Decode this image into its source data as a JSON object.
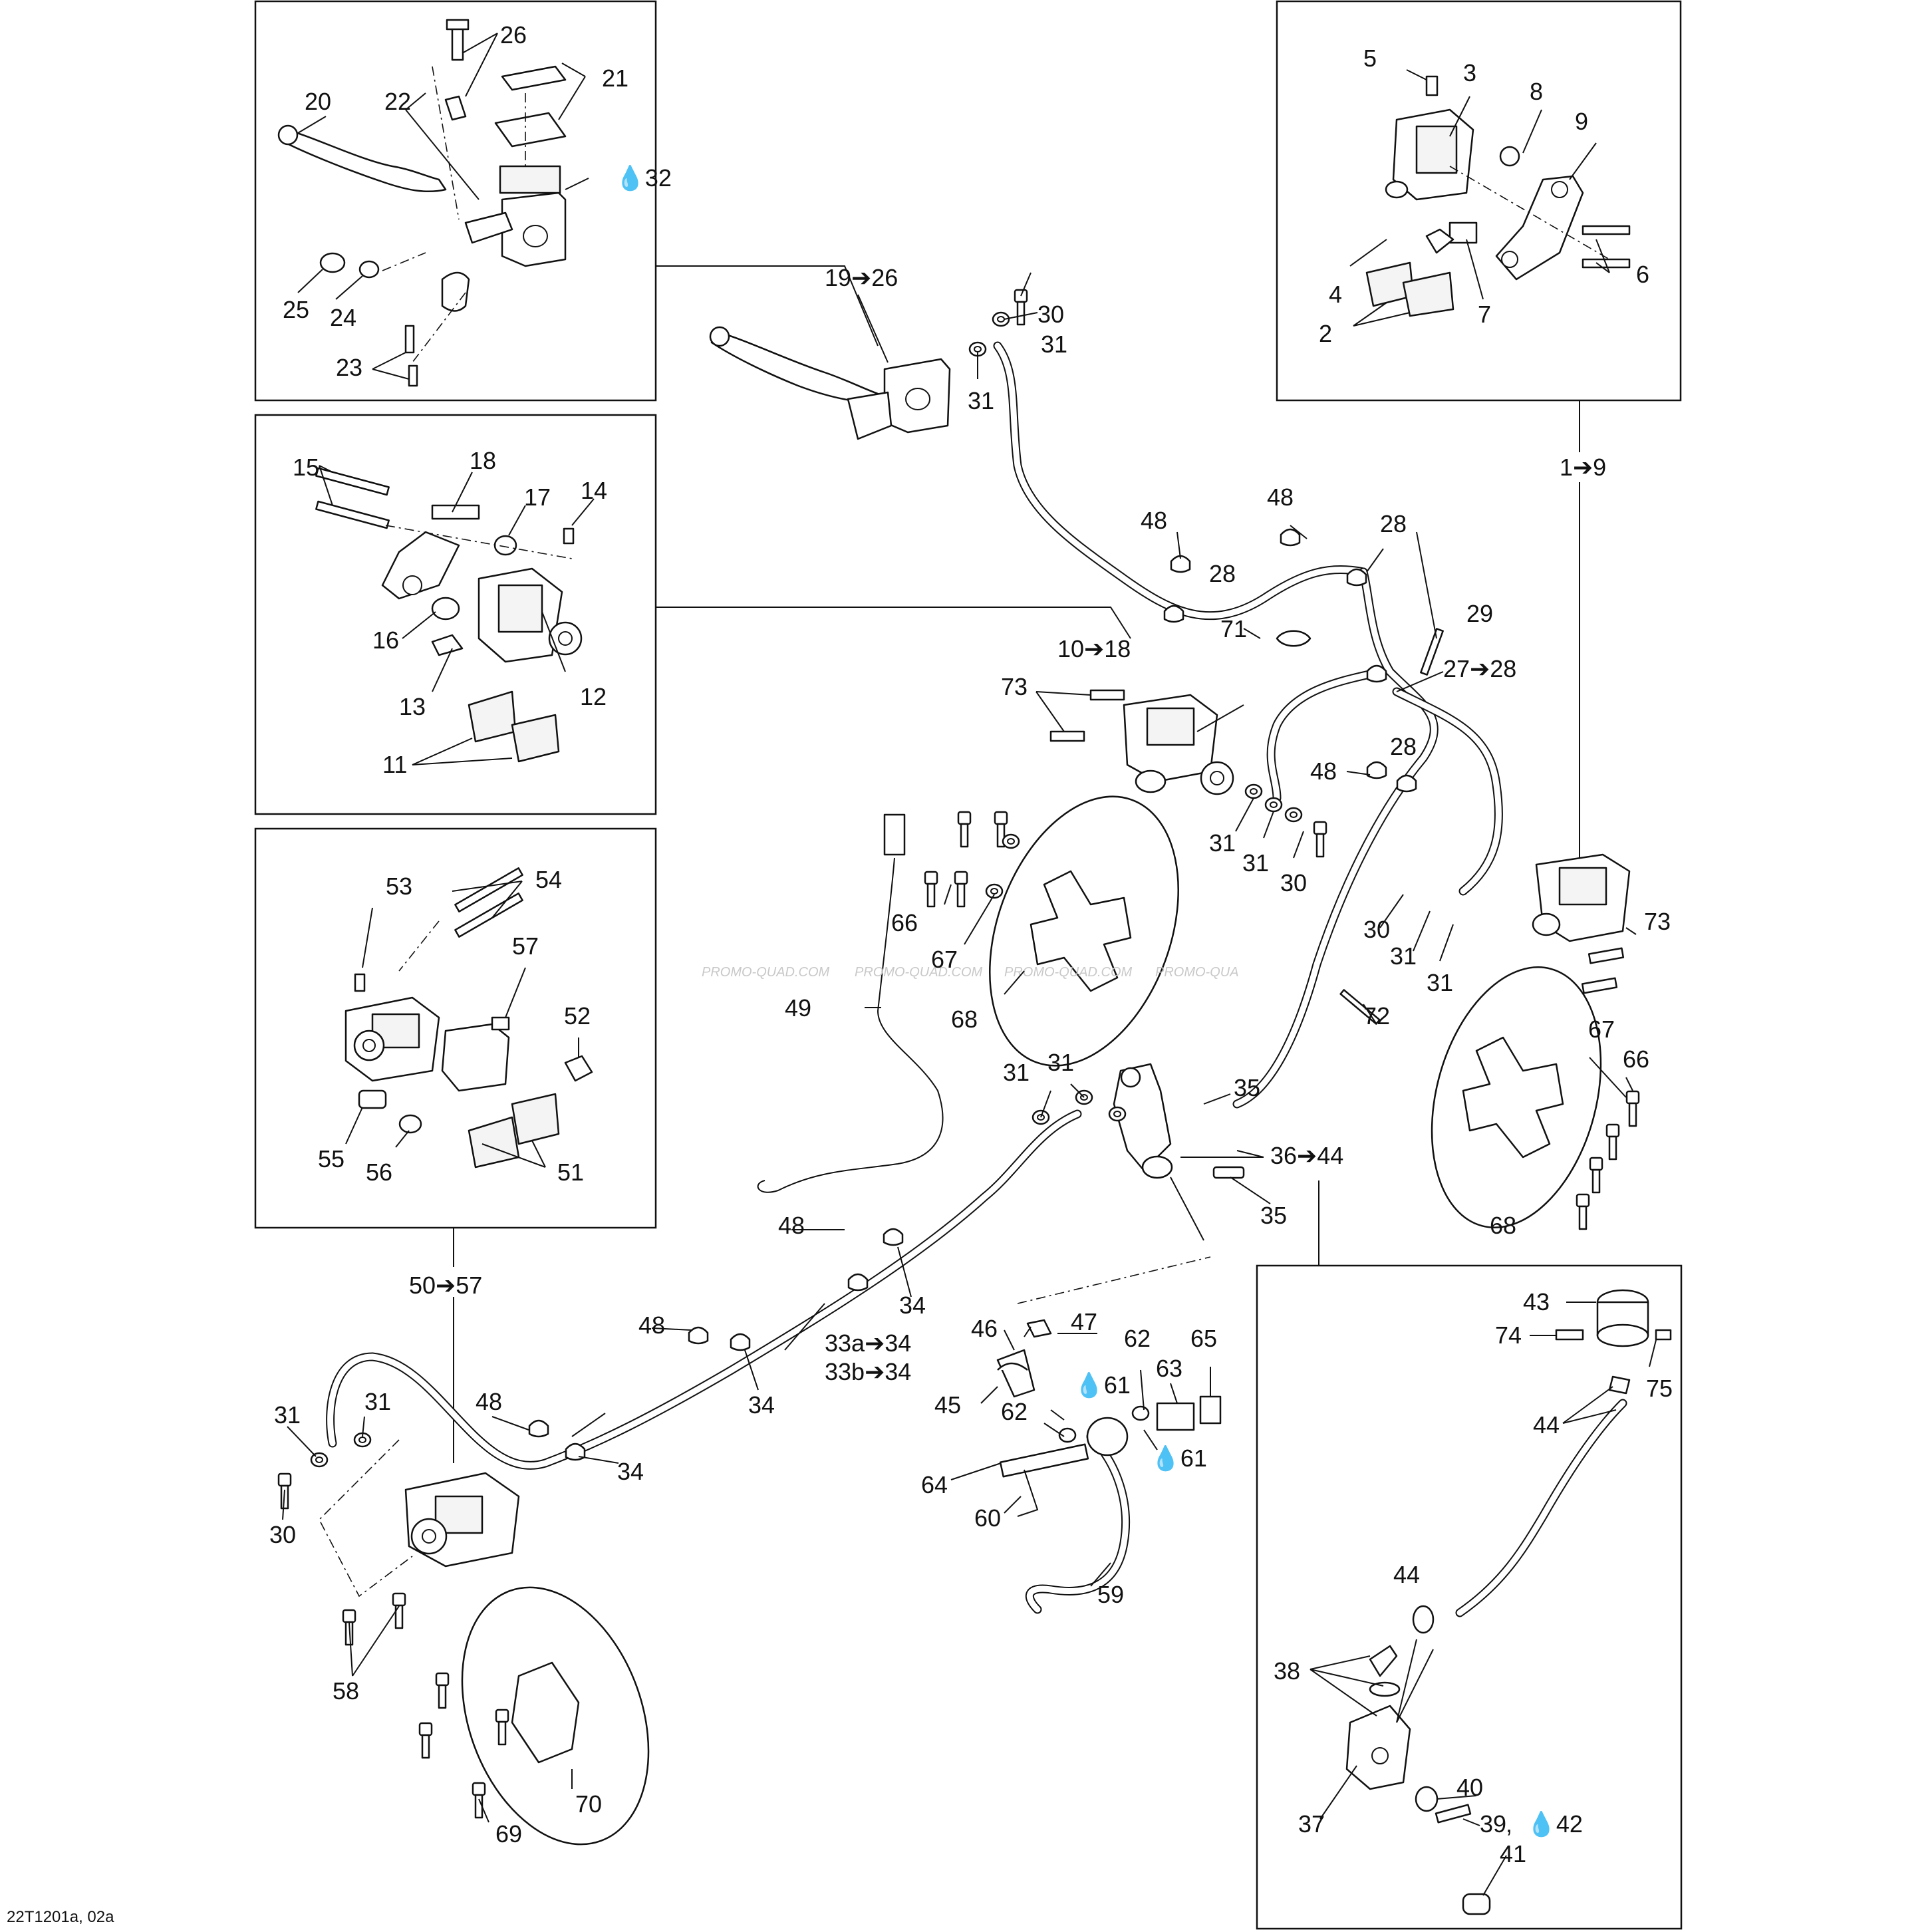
{
  "diagram": {
    "footer_code": "22T1201a, 02a",
    "watermark": [
      "PROMO-QUAD.COM",
      "PROMO-QUAD.COM",
      "PROMO-QUAD.COM",
      "PROMO-QUA"
    ],
    "callouts": [
      "1",
      "2",
      "3",
      "4",
      "5",
      "6",
      "7",
      "8",
      "9",
      "10",
      "11",
      "12",
      "13",
      "14",
      "15",
      "16",
      "17",
      "18",
      "19",
      "20",
      "21",
      "22",
      "23",
      "24",
      "25",
      "26",
      "27",
      "28",
      "29",
      "30",
      "31",
      "32",
      "33",
      "34",
      "35",
      "36",
      "37",
      "38",
      "39",
      "40",
      "41",
      "42",
      "43",
      "44",
      "45",
      "46",
      "47",
      "48",
      "49",
      "50",
      "51",
      "52",
      "53",
      "54",
      "55",
      "56",
      "57",
      "58",
      "59",
      "60",
      "61",
      "62",
      "63",
      "64",
      "65",
      "66",
      "67",
      "68",
      "69",
      "70",
      "71",
      "72",
      "73",
      "74",
      "75"
    ],
    "range_labels": [
      "19➔26",
      "1➔9",
      "10➔18",
      "27➔28",
      "36➔44",
      "50➔57",
      "33a➔34",
      "33b➔34"
    ],
    "fluid_labels": [
      "💧32",
      "💧61",
      "💧42"
    ]
  },
  "insets": [
    {
      "name": "front-master-cylinder-inset",
      "parts": [
        "20",
        "21",
        "22",
        "23",
        "24",
        "25",
        "26",
        "32"
      ]
    },
    {
      "name": "right-front-caliper-inset",
      "parts": [
        "2",
        "3",
        "4",
        "5",
        "6",
        "7",
        "8",
        "9"
      ]
    },
    {
      "name": "left-front-caliper-inset",
      "parts": [
        "11",
        "12",
        "13",
        "14",
        "15",
        "16",
        "17",
        "18"
      ]
    },
    {
      "name": "rear-caliper-inset",
      "parts": [
        "51",
        "52",
        "53",
        "54",
        "55",
        "56",
        "57"
      ]
    },
    {
      "name": "rear-master-cylinder-inset",
      "parts": [
        "37",
        "38",
        "39",
        "40",
        "41",
        "42",
        "43",
        "44",
        "74",
        "75"
      ]
    }
  ]
}
